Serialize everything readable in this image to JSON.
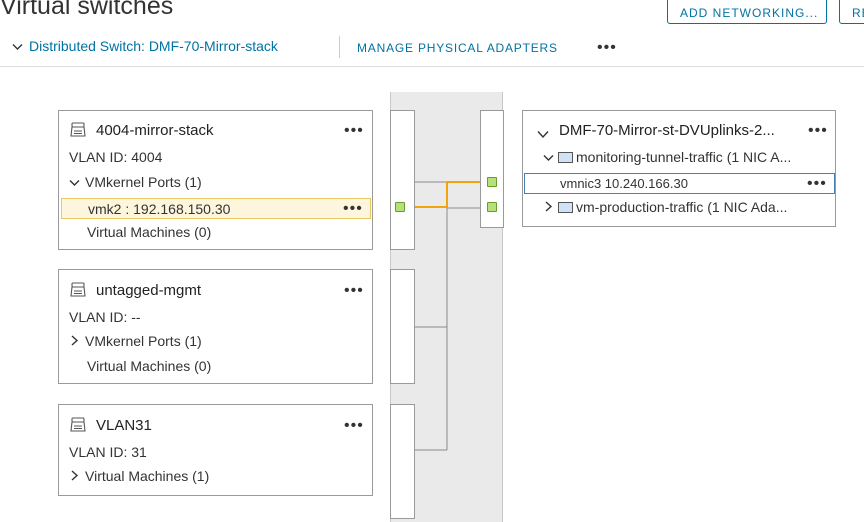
{
  "page": {
    "title": "Virtual switches"
  },
  "header": {
    "add_networking_label": "ADD NETWORKING...",
    "refresh_label": "REFRESH"
  },
  "toolbar": {
    "switch_label": "Distributed Switch: DMF-70-Mirror-stack",
    "manage_adapters_label": "MANAGE PHYSICAL ADAPTERS",
    "more": "•••"
  },
  "port_groups": [
    {
      "name": "4004-mirror-stack",
      "vlan": "VLAN ID: 4004",
      "vmkernel_label": "VMkernel Ports (1)",
      "vmk_row": "vmk2 : 192.168.150.30",
      "vms_label": "Virtual Machines (0)"
    },
    {
      "name": "untagged-mgmt",
      "vlan": "VLAN ID: --",
      "vmkernel_label": "VMkernel Ports (1)",
      "vms_label": "Virtual Machines (0)"
    },
    {
      "name": "VLAN31",
      "vlan": "VLAN ID: 31",
      "vms_label": "Virtual Machines (1)"
    }
  ],
  "uplinks": {
    "title": "DMF-70-Mirror-st-DVUplinks-2...",
    "groups": [
      {
        "label": "monitoring-tunnel-traffic (1 NIC A...",
        "expanded": true
      },
      {
        "label": "vm-production-traffic (1 NIC Ada...",
        "expanded": false
      }
    ],
    "nic_row": "vmnic3 10.240.166.30"
  },
  "colors": {
    "accent": "#0072a3",
    "highlight_line": "#f0a30a",
    "port_green": "#b5e07a"
  },
  "icons": {
    "port_group": "port-group-icon",
    "nic": "nic-icon",
    "chevron": "chevron-icon",
    "more": "more-icon"
  }
}
